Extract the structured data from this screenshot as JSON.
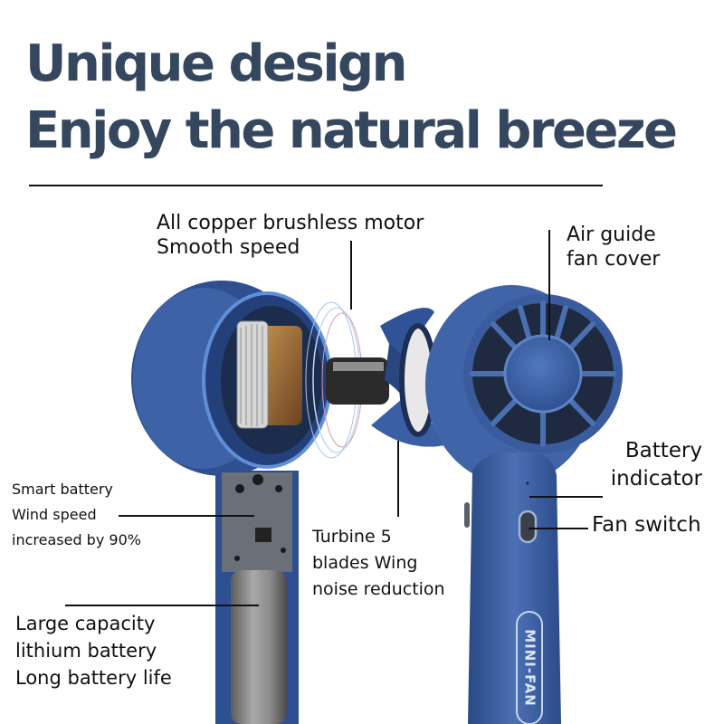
{
  "headline": {
    "line1": "Unique design",
    "line2": "Enjoy the natural breeze",
    "color": "#34475e"
  },
  "product": {
    "name": "Handheld mini fan (exploded view)",
    "body_color": "#3c5f9e",
    "handle_badge": "MINI-FAN"
  },
  "callouts": {
    "motor": {
      "lines": [
        "All copper brushless motor",
        "Smooth speed"
      ]
    },
    "fan_cover": {
      "lines": [
        "Air guide",
        "fan cover"
      ]
    },
    "smart_battery": {
      "lines": [
        "Smart battery",
        "Wind speed",
        "increased by 90%"
      ]
    },
    "turbine": {
      "lines": [
        "Turbine 5",
        "blades Wing",
        "noise reduction"
      ]
    },
    "battery_indicator": {
      "lines": [
        "Battery",
        "indicator"
      ]
    },
    "fan_switch": {
      "lines": [
        "Fan switch"
      ]
    },
    "lithium_battery": {
      "lines": [
        "Large capacity",
        "lithium battery",
        "Long battery life"
      ]
    }
  }
}
